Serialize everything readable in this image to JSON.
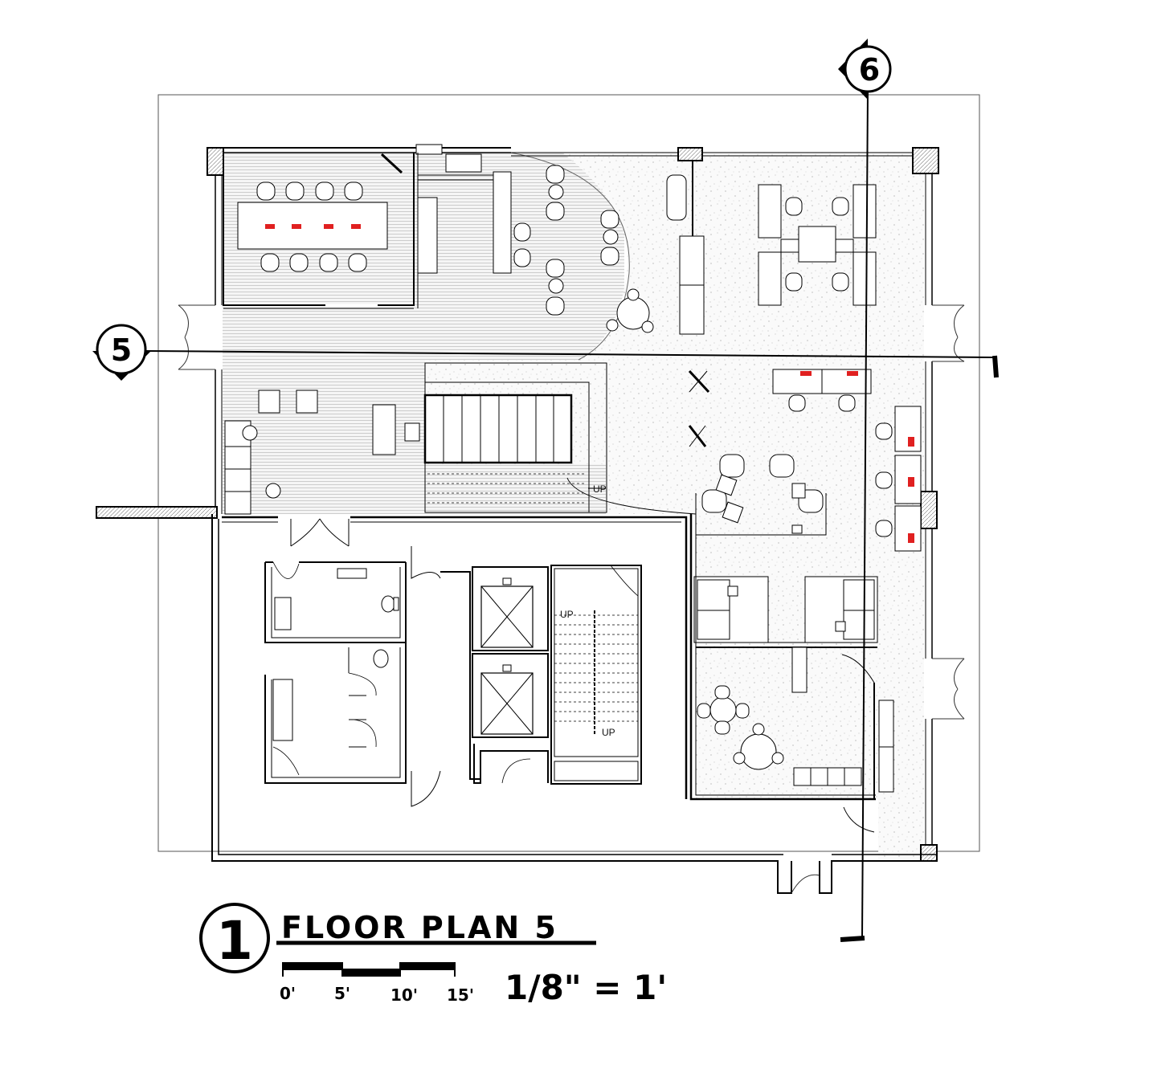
{
  "drawing": {
    "number": "1",
    "title": "FLOOR PLAN 5",
    "scale_text": "1/8\" = 1'",
    "scale_bar_labels": [
      "0'",
      "5'",
      "10'",
      "15'"
    ]
  },
  "section_markers": [
    {
      "id": "section-5",
      "label": "5"
    },
    {
      "id": "section-6",
      "label": "6"
    }
  ],
  "stair_labels": [
    "UP",
    "UP",
    "UP"
  ],
  "colors": {
    "line": "#000000",
    "wood_hatch": "#bdbdbd",
    "speckle": "#b5b5b5",
    "accent_red": "#e02020"
  }
}
